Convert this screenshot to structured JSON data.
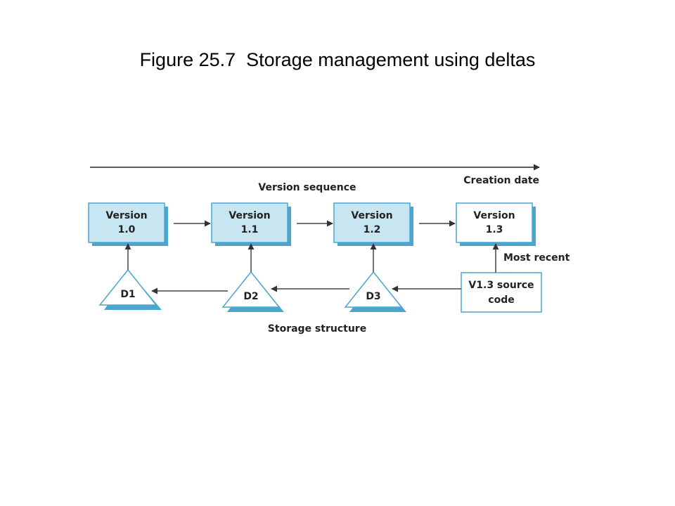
{
  "title": "Figure 25.7  Storage management using deltas",
  "diagram": {
    "creation_date_label": "Creation date",
    "version_sequence_label": "Version sequence",
    "storage_structure_label": "Storage structure",
    "most_recent_label": "Most recent",
    "versions": [
      {
        "line1": "Version",
        "line2": "1.0"
      },
      {
        "line1": "Version",
        "line2": "1.1"
      },
      {
        "line1": "Version",
        "line2": "1.2"
      },
      {
        "line1": "Version",
        "line2": "1.3"
      }
    ],
    "deltas": [
      "D1",
      "D2",
      "D3"
    ],
    "source": {
      "line1": "V1.3 source",
      "line2": "code"
    },
    "colors": {
      "version_fill": "#c7e6f2",
      "version_stroke": "#4ba6cf",
      "shadow": "#4ba6cf",
      "arrow": "#444444"
    }
  }
}
